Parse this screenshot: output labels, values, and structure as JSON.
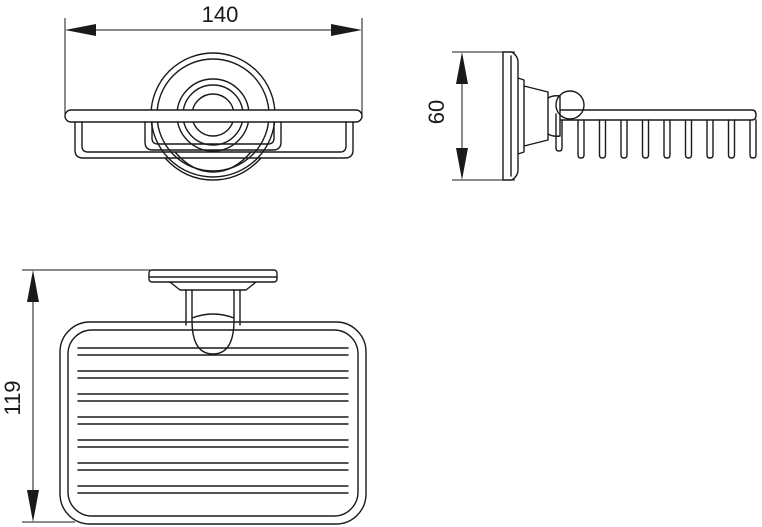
{
  "drawing": {
    "dimensions": {
      "width": "140",
      "height": "60",
      "depth": "119"
    },
    "line_color": "#1a1a1a",
    "background_color": "#ffffff"
  }
}
